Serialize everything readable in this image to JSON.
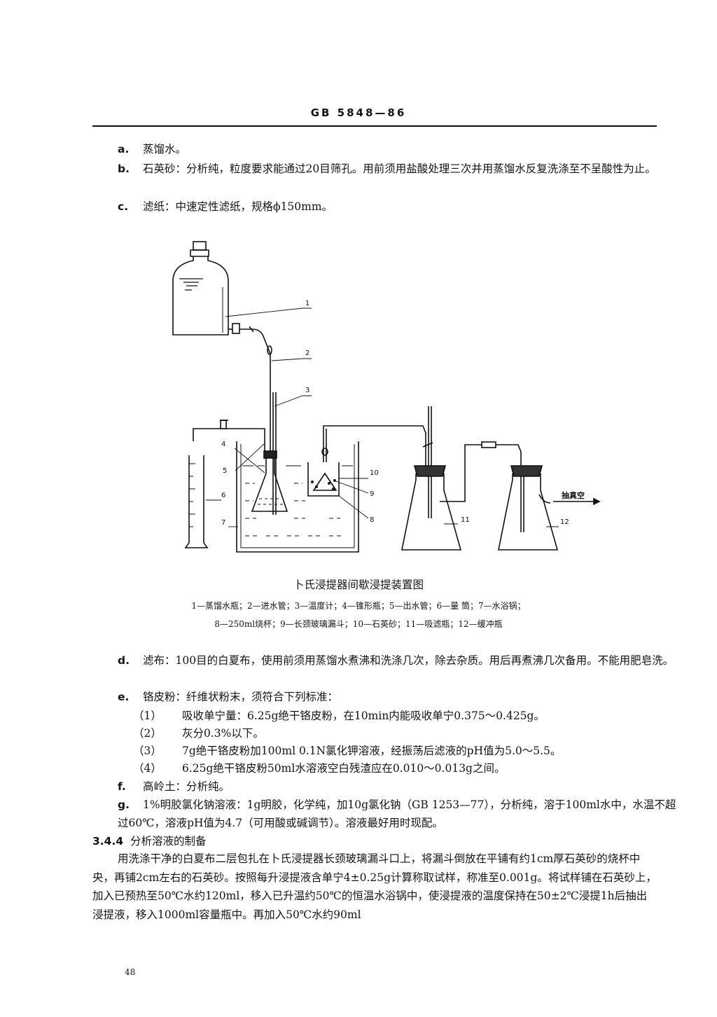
{
  "header": {
    "standard_no": "GB 5848—86"
  },
  "items_top": [
    {
      "label": "a.",
      "text": "蒸馏水。"
    },
    {
      "label": "b.",
      "text": "石英砂：分析纯，粒度要求能通过20目筛孔。用前须用盐酸处理三次并用蒸馏水反复洗涤至不呈酸性为止。"
    },
    {
      "label": "c.",
      "text": "滤纸：中速定性滤纸，规格ϕ150mm。"
    }
  ],
  "figure": {
    "title": "卜氏浸提器间歇浸提装置图",
    "legend_line1": "1—蒸馏水瓶；2—进水管；3—温度计；4—锥形瓶；5—出水管；6—量 筒；7—水浴锅；",
    "legend_line2": "8—250ml烧杯；9—长颈玻璃漏斗；10—石英砂；11—吸滤瓶；12—缓冲瓶",
    "callouts": [
      "1",
      "2",
      "3",
      "4",
      "5",
      "6",
      "7",
      "8",
      "9",
      "10",
      "11",
      "12"
    ],
    "vacuum_label": "抽真空"
  },
  "items_bottom": {
    "d": {
      "label": "d.",
      "text": "滤布：100目的白夏布，使用前须用蒸馏水煮沸和洗涤几次，除去杂质。用后再煮沸几次备用。不能用肥皂洗。"
    },
    "e": {
      "label": "e.",
      "text": "铬皮粉：纤维状粉末，须符合下列标准："
    },
    "e_sub": [
      {
        "num": "（1）",
        "text": "吸收单宁量：6.25g绝干铬皮粉，在10min内能吸收单宁0.375～0.425g。"
      },
      {
        "num": "（2）",
        "text": "灰分0.3%以下。"
      },
      {
        "num": "（3）",
        "text": "7g绝干铬皮粉加100ml 0.1N氯化钾溶液，经振荡后滤液的pH值为5.0～5.5。"
      },
      {
        "num": "（4）",
        "text": "6.25g绝干铬皮粉50ml水溶液空白残渣应在0.010～0.013g之间。"
      }
    ],
    "f": {
      "label": "f.",
      "text": "高岭土：分析纯。"
    },
    "g": {
      "label": "g.",
      "text": "1%明胶氯化钠溶液：1g明胶，化学纯，加10g氯化钠（GB 1253—77），分析纯，溶于100ml水中，水温不超过60℃，溶液pH值为4.7（可用酸或碱调节）。溶液最好用时现配。"
    }
  },
  "section": {
    "number": "3.4.4",
    "title": "分析溶液的制备",
    "body": "用洗涤干净的白夏布二层包扎在卜氏浸提器长颈玻璃漏斗口上，将漏斗倒放在平铺有约1cm厚石英砂的烧杯中央，再铺2cm左右的石英砂。按照每升浸提液含单宁4±0.25g计算称取试样，称准至0.001g。将试样铺在石英砂上，加入已预热至50℃水约120ml，移入已升温约50℃的恒温水浴锅中，使浸提液的温度保持在50±2℃浸提1h后抽出浸提液，移入1000ml容量瓶中。再加入50℃水约90ml"
  },
  "page_number": "48"
}
